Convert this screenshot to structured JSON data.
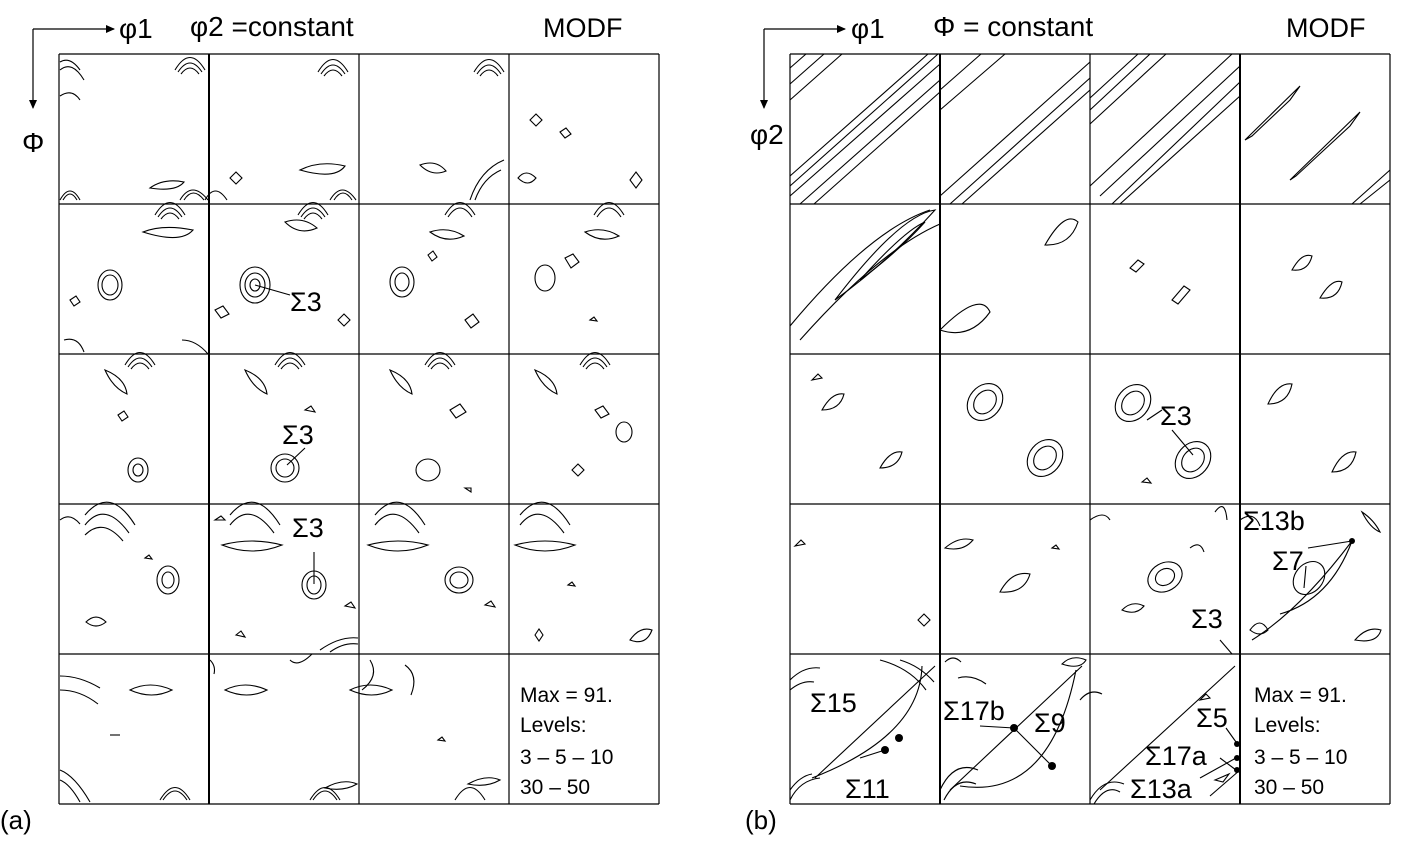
{
  "panels": [
    {
      "id": "a",
      "panel_label": "(a)",
      "axis_horizontal": "φ1",
      "axis_vertical": "Φ",
      "section_label": "φ2 =constant",
      "corner_title": "MODF",
      "legend_lines": [
        "Max = 91.",
        "Levels:",
        "3 – 5 – 10",
        "30 – 50"
      ],
      "annotations": [
        "Σ3",
        "Σ3",
        "Σ3"
      ]
    },
    {
      "id": "b",
      "panel_label": "(b)",
      "axis_horizontal": "φ1",
      "axis_vertical": "φ2",
      "section_label": "Φ = constant",
      "corner_title": "MODF",
      "legend_lines": [
        "Max = 91.",
        "Levels:",
        "3 – 5 – 10",
        "30 – 50"
      ],
      "annotations": [
        "Σ3",
        "Σ13b",
        "Σ7",
        "Σ3",
        "Σ15",
        "Σ17b",
        "Σ9",
        "Σ11",
        "Σ5",
        "Σ17a",
        "Σ13a"
      ]
    }
  ]
}
